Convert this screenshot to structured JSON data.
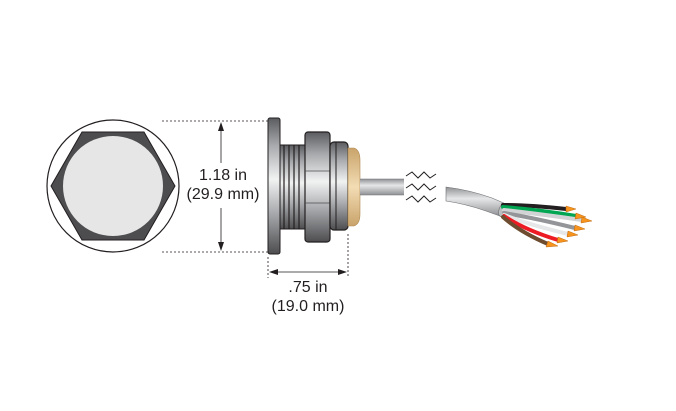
{
  "dimensions": {
    "height_in": "1.18 in",
    "height_mm": "(29.9 mm)",
    "width_in": ".75 in",
    "width_mm": "(19.0 mm)"
  },
  "colors": {
    "outline": "#231f20",
    "hex_nut": "#4d4d4f",
    "face": "#e6e6e6",
    "thread_dark": "#6d6e71",
    "thread_light": "#d1d3d4",
    "potting": "#e7c99a",
    "cable": "#bcbec0",
    "wire_tip": "#f7941d",
    "wire_red": "#ed1c24",
    "wire_green": "#00a651"
  }
}
